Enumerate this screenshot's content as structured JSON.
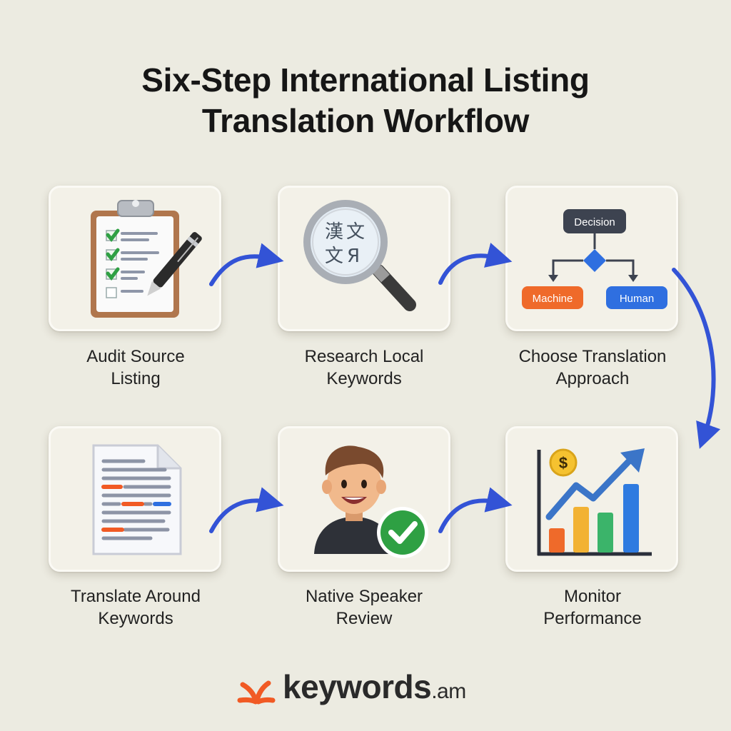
{
  "title": {
    "line1": "Six-Step International Listing",
    "line2": "Translation Workflow"
  },
  "steps": [
    {
      "line1": "Audit Source",
      "line2": "Listing",
      "icon": "clipboard-checklist-icon"
    },
    {
      "line1": "Research Local",
      "line2": "Keywords",
      "icon": "magnifier-language-icon"
    },
    {
      "line1": "Choose Translation",
      "line2": "Approach",
      "icon": "decision-flowchart-icon"
    },
    {
      "line1": "Translate Around",
      "line2": "Keywords",
      "icon": "highlighted-document-icon"
    },
    {
      "line1": "Native Speaker",
      "line2": "Review",
      "icon": "reviewer-check-icon"
    },
    {
      "line1": "Monitor",
      "line2": "Performance",
      "icon": "growth-chart-icon"
    }
  ],
  "decision": {
    "top": "Decision",
    "left": "Machine",
    "right": "Human"
  },
  "magnifier_glyphs": [
    "漢",
    "文",
    "文",
    "Я"
  ],
  "chart_currency": "$",
  "logo": {
    "word": "keywords",
    "suffix": ".am"
  },
  "colors": {
    "background": "#ecebe1",
    "arrow": "#3353d6",
    "accent_orange": "#f15a24",
    "check_green": "#2ea043",
    "human_blue": "#2f6fe0"
  }
}
